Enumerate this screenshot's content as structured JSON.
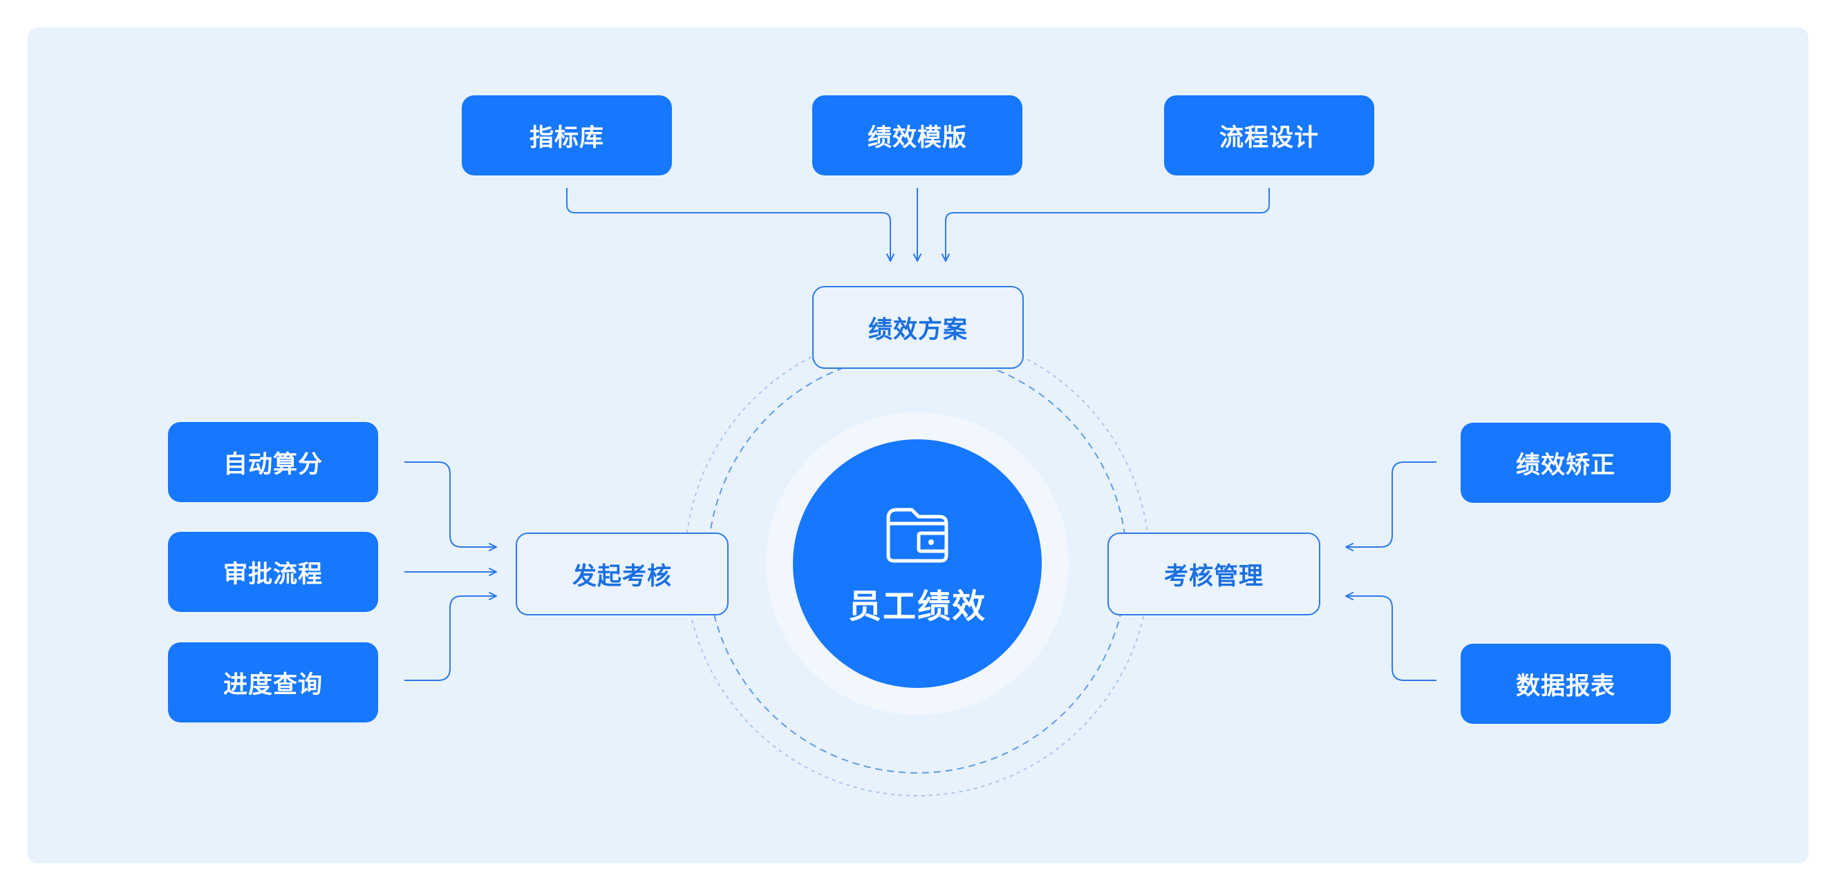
{
  "diagram": {
    "center": {
      "label": "员工绩效",
      "icon": "folder-icon"
    },
    "plan": {
      "label": "绩效方案"
    },
    "top_sources": [
      {
        "label": "指标库"
      },
      {
        "label": "绩效模版"
      },
      {
        "label": "流程设计"
      }
    ],
    "launch": {
      "label": "发起考核"
    },
    "left_sources": [
      {
        "label": "自动算分"
      },
      {
        "label": "审批流程"
      },
      {
        "label": "进度查询"
      }
    ],
    "manage": {
      "label": "考核管理"
    },
    "right_sources": [
      {
        "label": "绩效矫正"
      },
      {
        "label": "数据报表"
      }
    ]
  },
  "colors": {
    "primary": "#1677ff",
    "background": "#e8f2fd",
    "line": "#2b7ae8"
  }
}
